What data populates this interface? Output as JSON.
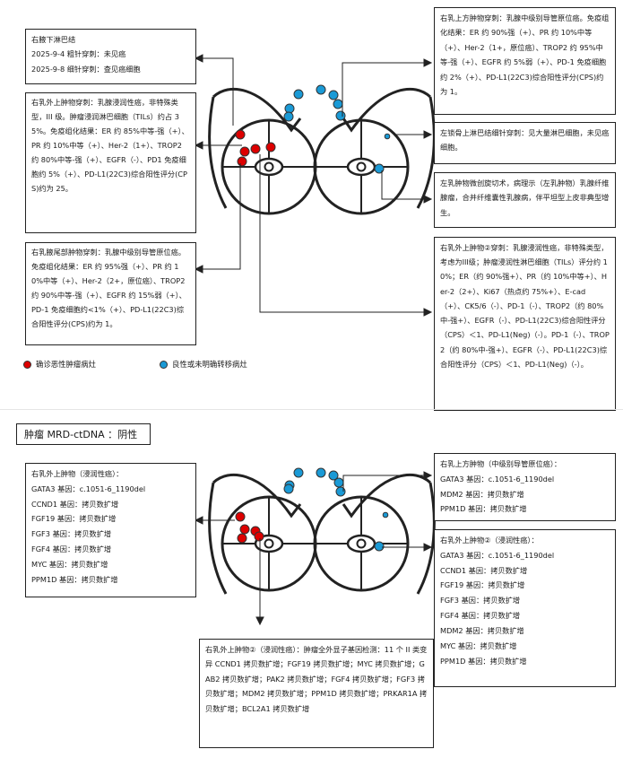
{
  "top": {
    "box_axillary": {
      "title": "右腋下淋巴结",
      "lines": [
        "2025-9-4 粗针穿刺：未见癌",
        "2025-9-8 细针穿刺：查见癌细胞"
      ]
    },
    "box_right_outer_upper": {
      "text": "右乳外上肿物穿刺：乳腺浸润性癌，非特殊类型，III 级。肿瘤浸润淋巴细胞（TILs）约占 35%。免疫组化结果：ER 约 85%中等-强（+）、PR 约 10%中等（+）、Her-2（1+）、TROP2 约 80%中等-强（+）、EGFR（-）、PD1 免疫细胞约 5%（+）、PD-L1(22C3)综合阳性评分(CPS)约为 25。"
    },
    "box_right_axillary_tail": {
      "text": "右乳腋尾部肿物穿刺：乳腺中级别导管原位癌。免疫组化结果：ER 约 95%强（+）、PR 约 10%中等（+）、Her-2（2+，原位癌）、TROP2 约 90%中等-强（+）、EGFR 约 15%弱（+）、PD-1 免疫细胞约<1%（+）、PD-L1(22C3)综合阳性评分(CPS)约为 1。"
    },
    "box_right_upper": {
      "text": "右乳上方肿物穿刺：乳腺中级别导管原位癌。免疫组化结果：ER 约 90%强（+）、PR 约 10%中等（+）、Her-2（1+，原位癌）、TROP2 约 95%中等-强（+）、EGFR 约 5%弱（+）、PD-1 免疫细胞约 2%（+）、PD-L1(22C3)综合阳性评分(CPS)约为 1。"
    },
    "box_supraclavicular": {
      "text": "左锁骨上淋巴结细针穿刺：见大量淋巴细胞，未见癌细胞。"
    },
    "box_left_excision": {
      "text": "左乳肿物微创旋切术，病理示（左乳肿物）乳腺纤维腺瘤，合并纤维囊性乳腺病，伴平坦型上皮非典型增生。"
    },
    "box_right_outer_upper_2": {
      "text": "右乳外上肿物②穿刺：乳腺浸润性癌，非特殊类型，考虑为III级；肿瘤浸润性淋巴细胞（TILs）评分约 10%；ER（约 90%强+）、PR（约 10%中等+）、Her-2（2+）、Ki67（热点约 75%+）、E-cad（+）、CK5/6（-）、PD-1（-）、TROP2（约 80%中-强+）、EGFR（-）、PD-L1(22C3)综合阳性评分（CPS）＜1、PD-L1(Neg)（-）。PD-1（-）、TROP2（约 80%中-强+）、EGFR（-）、PD-L1(22C3)综合阳性评分（CPS）＜1、PD-L1(Neg)（-）。"
    },
    "legend": {
      "malignant_label": "确诊恶性肿瘤病灶",
      "malignant_color": "#dd0000",
      "benign_label": "良性或未明确转移病灶",
      "benign_color": "#1a9ad6"
    }
  },
  "mrd_label": "肿瘤 MRD-ctDNA ：阴性",
  "bottom": {
    "box_right_outer_upper_invasive": {
      "title": "右乳外上肿物（浸润性癌）：",
      "lines": [
        "GATA3 基因：c.1051-6_1190del",
        "CCND1 基因：拷贝数扩增",
        "FGF19 基因：拷贝数扩增",
        "FGF3 基因：拷贝数扩增",
        "FGF4 基因：拷贝数扩增",
        "MYC 基因：拷贝数扩增",
        "PPM1D 基因：拷贝数扩增"
      ]
    },
    "box_right_upper_dcis": {
      "title": "右乳上方肿物（中级别导管原位癌）：",
      "lines": [
        "GATA3 基因：c.1051-6_1190del",
        "MDM2 基因：拷贝数扩增",
        "PPM1D 基因：拷贝数扩增"
      ]
    },
    "box_right_outer_upper_2_invasive": {
      "title": "右乳外上肿物②（浸润性癌）：",
      "lines": [
        "GATA3 基因：c.1051-6_1190del",
        "CCND1 基因：拷贝数扩增",
        "FGF19 基因：拷贝数扩增",
        "FGF3 基因：拷贝数扩增",
        "FGF4 基因：拷贝数扩增",
        "MDM2 基因：拷贝数扩增",
        "MYC 基因：拷贝数扩增",
        "PPM1D 基因：拷贝数扩增"
      ]
    },
    "box_wes": {
      "text": "右乳外上肿物②（浸润性癌）：肿瘤全外显子基因检测：11 个 II 类变异 CCND1 拷贝数扩增；FGF19 拷贝数扩增；MYC 拷贝数扩增；GAB2 拷贝数扩增；PAK2 拷贝数扩增；FGF4 拷贝数扩增；FGF3 拷贝数扩增；MDM2 拷贝数扩增；PPM1D 拷贝数扩增；PRKAR1A 拷贝数扩增；BCL2A1 拷贝数扩增"
    }
  }
}
